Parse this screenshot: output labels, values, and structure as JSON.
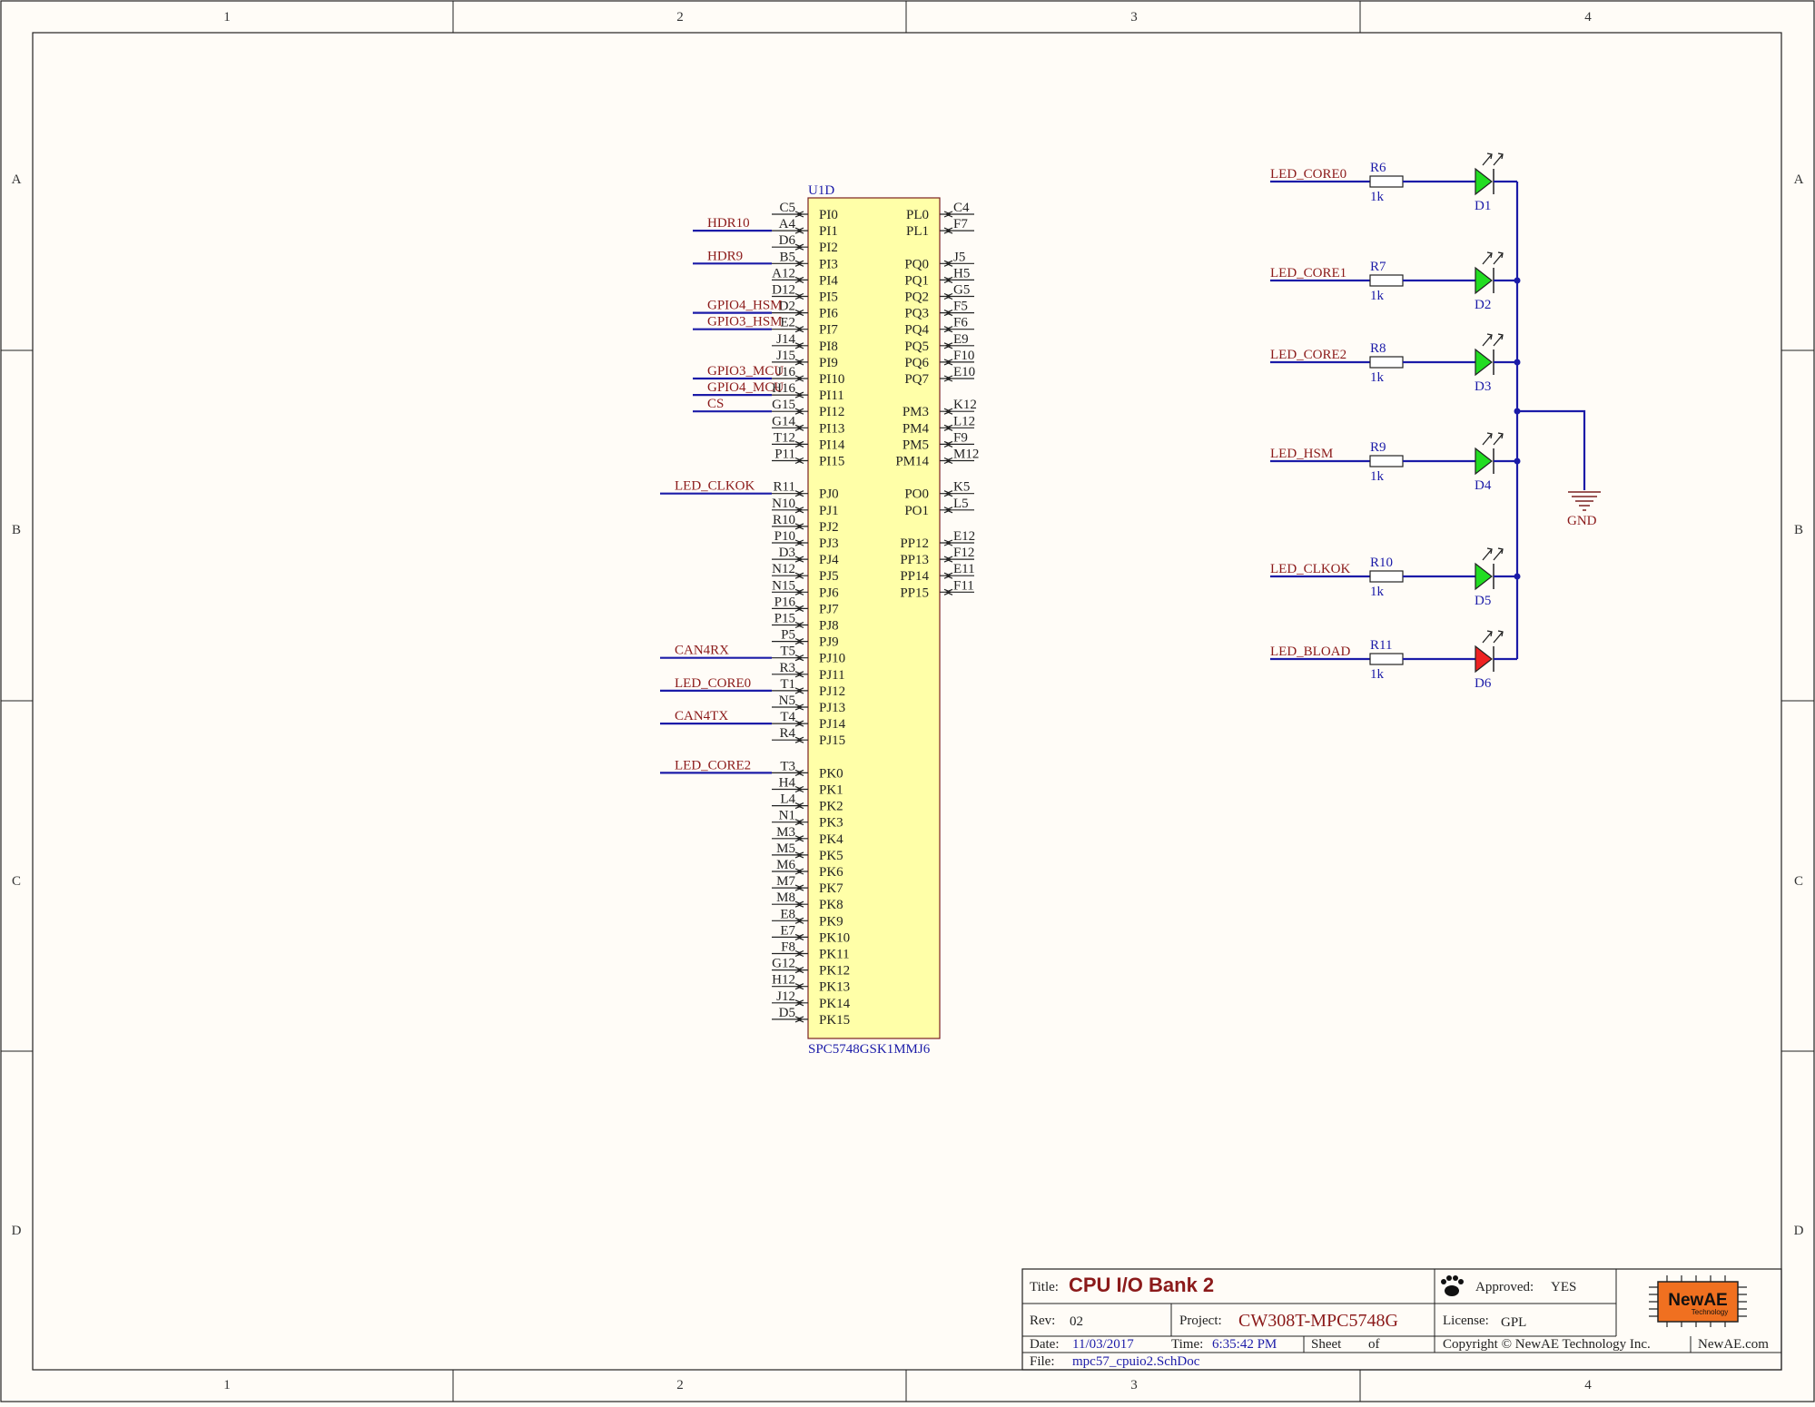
{
  "zones": {
    "columns": [
      "1",
      "2",
      "3",
      "4"
    ],
    "rows": [
      "A",
      "B",
      "C",
      "D"
    ]
  },
  "component": {
    "designator": "U1D",
    "part": "SPC5748GSK1MMJ6",
    "fill": "#ffffa8",
    "left_pins": [
      {
        "num": "C5",
        "name": "PI0",
        "net": ""
      },
      {
        "num": "A4",
        "name": "PI1",
        "net": "HDR10"
      },
      {
        "num": "D6",
        "name": "PI2",
        "net": ""
      },
      {
        "num": "B5",
        "name": "PI3",
        "net": "HDR9"
      },
      {
        "num": "A12",
        "name": "PI4",
        "net": ""
      },
      {
        "num": "D12",
        "name": "PI5",
        "net": ""
      },
      {
        "num": "D2",
        "name": "PI6",
        "net": "GPIO4_HSM"
      },
      {
        "num": "E2",
        "name": "PI7",
        "net": "GPIO3_HSM"
      },
      {
        "num": "J14",
        "name": "PI8",
        "net": ""
      },
      {
        "num": "J15",
        "name": "PI9",
        "net": ""
      },
      {
        "num": "J16",
        "name": "PI10",
        "net": "GPIO3_MCU"
      },
      {
        "num": "H16",
        "name": "PI11",
        "net": "GPIO4_MCU"
      },
      {
        "num": "G15",
        "name": "PI12",
        "net": "CS"
      },
      {
        "num": "G14",
        "name": "PI13",
        "net": ""
      },
      {
        "num": "T12",
        "name": "PI14",
        "net": ""
      },
      {
        "num": "P11",
        "name": "PI15",
        "net": ""
      },
      {
        "num": "",
        "name": "",
        "net": ""
      },
      {
        "num": "R11",
        "name": "PJ0",
        "net": "LED_CLKOK"
      },
      {
        "num": "N10",
        "name": "PJ1",
        "net": ""
      },
      {
        "num": "R10",
        "name": "PJ2",
        "net": ""
      },
      {
        "num": "P10",
        "name": "PJ3",
        "net": ""
      },
      {
        "num": "D3",
        "name": "PJ4",
        "net": ""
      },
      {
        "num": "N12",
        "name": "PJ5",
        "net": ""
      },
      {
        "num": "N15",
        "name": "PJ6",
        "net": ""
      },
      {
        "num": "P16",
        "name": "PJ7",
        "net": ""
      },
      {
        "num": "P15",
        "name": "PJ8",
        "net": ""
      },
      {
        "num": "P5",
        "name": "PJ9",
        "net": ""
      },
      {
        "num": "T5",
        "name": "PJ10",
        "net": "CAN4RX"
      },
      {
        "num": "R3",
        "name": "PJ11",
        "net": ""
      },
      {
        "num": "T1",
        "name": "PJ12",
        "net": "LED_CORE0"
      },
      {
        "num": "N5",
        "name": "PJ13",
        "net": ""
      },
      {
        "num": "T4",
        "name": "PJ14",
        "net": "CAN4TX"
      },
      {
        "num": "R4",
        "name": "PJ15",
        "net": ""
      },
      {
        "num": "",
        "name": "",
        "net": ""
      },
      {
        "num": "T3",
        "name": "PK0",
        "net": "LED_CORE2"
      },
      {
        "num": "H4",
        "name": "PK1",
        "net": ""
      },
      {
        "num": "L4",
        "name": "PK2",
        "net": ""
      },
      {
        "num": "N1",
        "name": "PK3",
        "net": ""
      },
      {
        "num": "M3",
        "name": "PK4",
        "net": ""
      },
      {
        "num": "M5",
        "name": "PK5",
        "net": ""
      },
      {
        "num": "M6",
        "name": "PK6",
        "net": ""
      },
      {
        "num": "M7",
        "name": "PK7",
        "net": ""
      },
      {
        "num": "M8",
        "name": "PK8",
        "net": ""
      },
      {
        "num": "E8",
        "name": "PK9",
        "net": ""
      },
      {
        "num": "E7",
        "name": "PK10",
        "net": ""
      },
      {
        "num": "F8",
        "name": "PK11",
        "net": ""
      },
      {
        "num": "G12",
        "name": "PK12",
        "net": ""
      },
      {
        "num": "H12",
        "name": "PK13",
        "net": ""
      },
      {
        "num": "J12",
        "name": "PK14",
        "net": ""
      },
      {
        "num": "D5",
        "name": "PK15",
        "net": ""
      }
    ],
    "right_pins": [
      {
        "num": "C4",
        "name": "PL0"
      },
      {
        "num": "F7",
        "name": "PL1"
      },
      {
        "num": "",
        "name": ""
      },
      {
        "num": "J5",
        "name": "PQ0"
      },
      {
        "num": "H5",
        "name": "PQ1"
      },
      {
        "num": "G5",
        "name": "PQ2"
      },
      {
        "num": "F5",
        "name": "PQ3"
      },
      {
        "num": "F6",
        "name": "PQ4"
      },
      {
        "num": "E9",
        "name": "PQ5"
      },
      {
        "num": "F10",
        "name": "PQ6"
      },
      {
        "num": "E10",
        "name": "PQ7"
      },
      {
        "num": "",
        "name": ""
      },
      {
        "num": "K12",
        "name": "PM3"
      },
      {
        "num": "L12",
        "name": "PM4"
      },
      {
        "num": "F9",
        "name": "PM5"
      },
      {
        "num": "M12",
        "name": "PM14"
      },
      {
        "num": "",
        "name": ""
      },
      {
        "num": "K5",
        "name": "PO0"
      },
      {
        "num": "L5",
        "name": "PO1"
      },
      {
        "num": "",
        "name": ""
      },
      {
        "num": "E12",
        "name": "PP12"
      },
      {
        "num": "F12",
        "name": "PP13"
      },
      {
        "num": "E11",
        "name": "PP14"
      },
      {
        "num": "F11",
        "name": "PP15"
      }
    ]
  },
  "leds": [
    {
      "net": "LED_CORE0",
      "resistor": "R6",
      "value": "1k",
      "diode": "D1",
      "color": "#22dd22"
    },
    {
      "net": "LED_CORE1",
      "resistor": "R7",
      "value": "1k",
      "diode": "D2",
      "color": "#22dd22"
    },
    {
      "net": "LED_CORE2",
      "resistor": "R8",
      "value": "1k",
      "diode": "D3",
      "color": "#22dd22"
    },
    {
      "net": "LED_HSM",
      "resistor": "R9",
      "value": "1k",
      "diode": "D4",
      "color": "#22dd22"
    },
    {
      "net": "LED_CLKOK",
      "resistor": "R10",
      "value": "1k",
      "diode": "D5",
      "color": "#22dd22"
    },
    {
      "net": "LED_BLOAD",
      "resistor": "R11",
      "value": "1k",
      "diode": "D6",
      "color": "#ee2222"
    }
  ],
  "ground": {
    "label": "GND"
  },
  "title_block": {
    "title_label": "Title:",
    "title": "CPU I/O Bank 2",
    "approved_label": "Approved:",
    "approved": "YES",
    "rev_label": "Rev:",
    "rev": "02",
    "project_label": "Project:",
    "project": "CW308T-MPC5748G",
    "license_label": "License:",
    "license": "GPL",
    "date_label": "Date:",
    "date": "11/03/2017",
    "time_label": "Time:",
    "time": "6:35:42 PM",
    "sheet_label": "Sheet",
    "of_label": "of",
    "file_label": "File:",
    "file": "mpc57_cpuio2.SchDoc",
    "copyright": "Copyright © NewAE Technology Inc.",
    "website": "NewAE.com",
    "logo_text": "NewAE",
    "logo_sub": "Technology"
  },
  "colors": {
    "wire": "#1b1ba8",
    "net_label": "#8b1a1a",
    "logo": "#f07020"
  }
}
